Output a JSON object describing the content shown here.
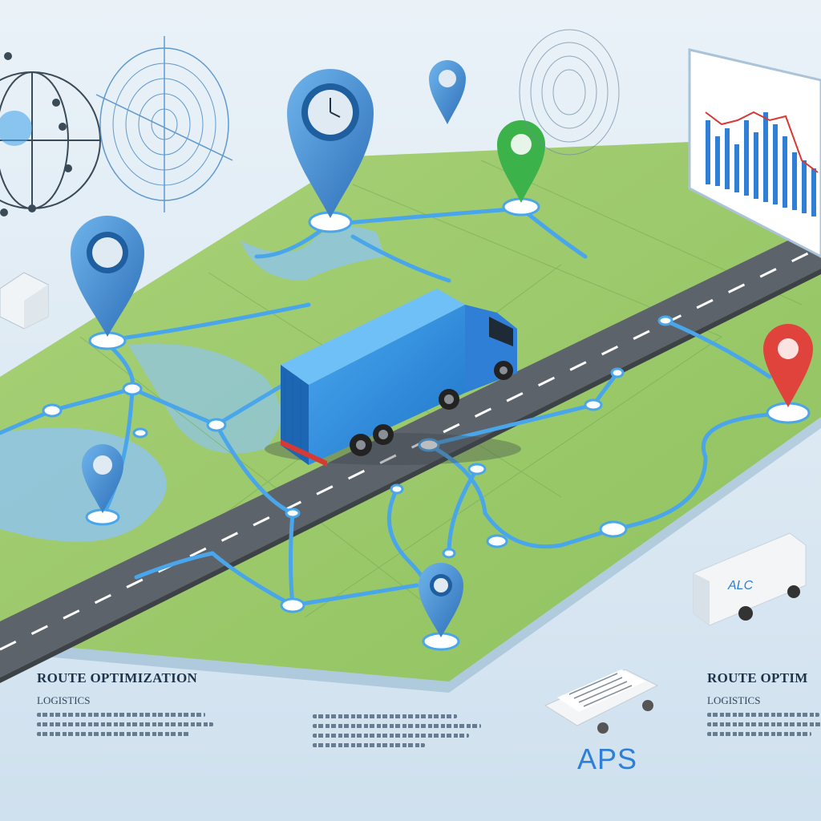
{
  "captions": [
    {
      "title": "ROUTE OPTIMIZATION",
      "subtitle": "LOGISTICS"
    },
    {
      "title": "ROUTE OPTIM",
      "subtitle": "LOGISTICS"
    }
  ],
  "van_logo": "ALC",
  "aps_label": "APS",
  "icons": [
    "network-globe-icon",
    "radar-icon",
    "clock-pin-icon",
    "map-pin-icon",
    "bar-chart-icon",
    "delivery-truck-icon",
    "delivery-van-icon",
    "document-icon"
  ],
  "colors": {
    "pin_blue": "#3f8fd2",
    "pin_green": "#3bb24a",
    "pin_red": "#e0423c",
    "route": "#4aa6ea",
    "map_green": "#9ccc6b",
    "water": "#8fc4ea",
    "truck": "#2e8fe0"
  }
}
